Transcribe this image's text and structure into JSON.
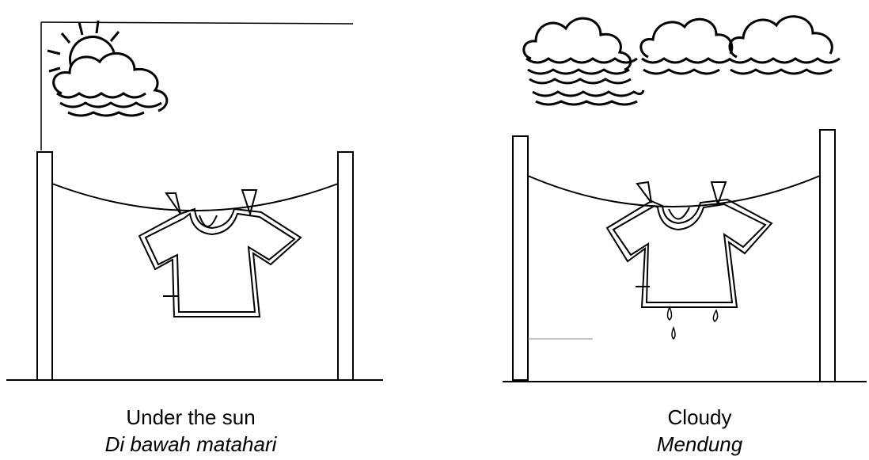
{
  "panels": [
    {
      "id": "sun",
      "caption_en": "Under the sun",
      "caption_ms": "Di bawah matahari",
      "icons": [
        "sun-icon",
        "cloud-icon",
        "clothesline-icon",
        "shirt-icon"
      ]
    },
    {
      "id": "cloudy",
      "caption_en": "Cloudy",
      "caption_ms": "Mendung",
      "icons": [
        "cloud-icon",
        "clothesline-icon",
        "shirt-icon",
        "water-drop-icon"
      ]
    }
  ],
  "colors": {
    "line": "#000000",
    "background": "#ffffff"
  }
}
